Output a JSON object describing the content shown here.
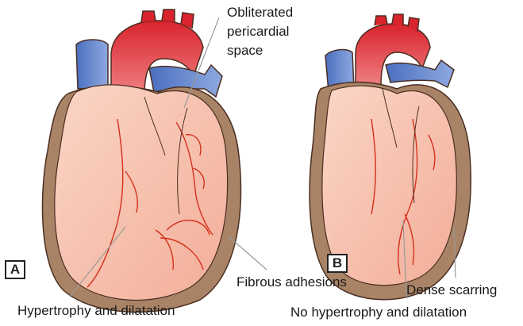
{
  "panels": [
    {
      "letter": "A"
    },
    {
      "letter": "B"
    }
  ],
  "labels": {
    "obliterated": [
      "Obliterated",
      "pericardial",
      "space"
    ],
    "hypertrophy": "Hypertrophy and dilatation",
    "fibrous": "Fibrous adhesions",
    "no_hypertrophy": "No hypertrophy and dilatation",
    "dense": "Dense scarring"
  },
  "colors": {
    "pericardium": "#a98365",
    "myocardium": "#f6c2b0",
    "aorta": "#d42c2c",
    "vena_cava": "#5c7fc8",
    "vessels": "#d4301c",
    "outline": "#4a2e22"
  }
}
